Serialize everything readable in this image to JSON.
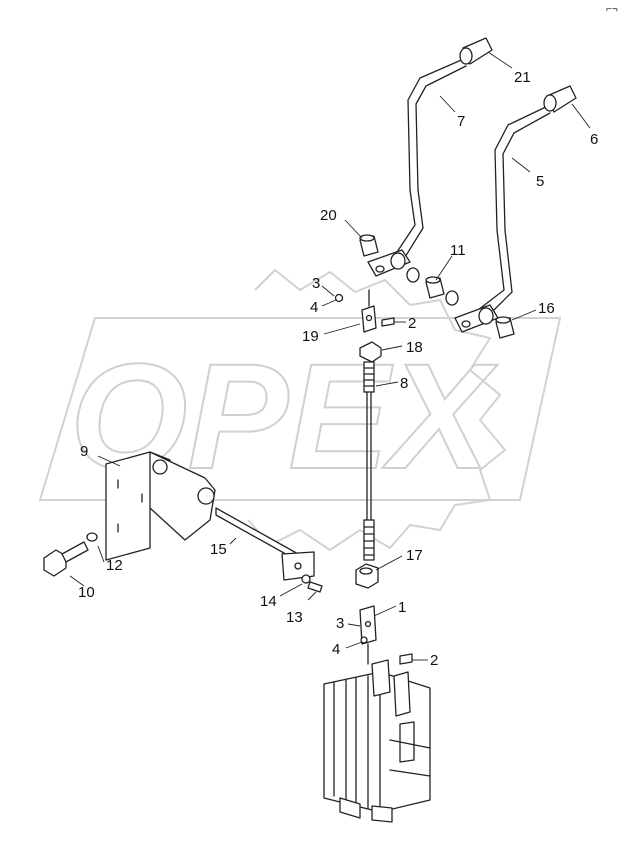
{
  "watermark": {
    "text": "OPEX"
  },
  "corner_mark": "⌐¬",
  "callouts": [
    {
      "id": "c21",
      "text": "21"
    },
    {
      "id": "c7",
      "text": "7"
    },
    {
      "id": "c6",
      "text": "6"
    },
    {
      "id": "c5",
      "text": "5"
    },
    {
      "id": "c20",
      "text": "20"
    },
    {
      "id": "c11",
      "text": "11"
    },
    {
      "id": "c3a",
      "text": "3"
    },
    {
      "id": "c4a",
      "text": "4"
    },
    {
      "id": "c2a",
      "text": "2"
    },
    {
      "id": "c19",
      "text": "19"
    },
    {
      "id": "c16",
      "text": "16"
    },
    {
      "id": "c18",
      "text": "18"
    },
    {
      "id": "c8",
      "text": "8"
    },
    {
      "id": "c9",
      "text": "9"
    },
    {
      "id": "c12",
      "text": "12"
    },
    {
      "id": "c10",
      "text": "10"
    },
    {
      "id": "c15",
      "text": "15"
    },
    {
      "id": "c17",
      "text": "17"
    },
    {
      "id": "c14",
      "text": "14"
    },
    {
      "id": "c13",
      "text": "13"
    },
    {
      "id": "c1",
      "text": "1"
    },
    {
      "id": "c3b",
      "text": "3"
    },
    {
      "id": "c4b",
      "text": "4"
    },
    {
      "id": "c2b",
      "text": "2"
    }
  ]
}
